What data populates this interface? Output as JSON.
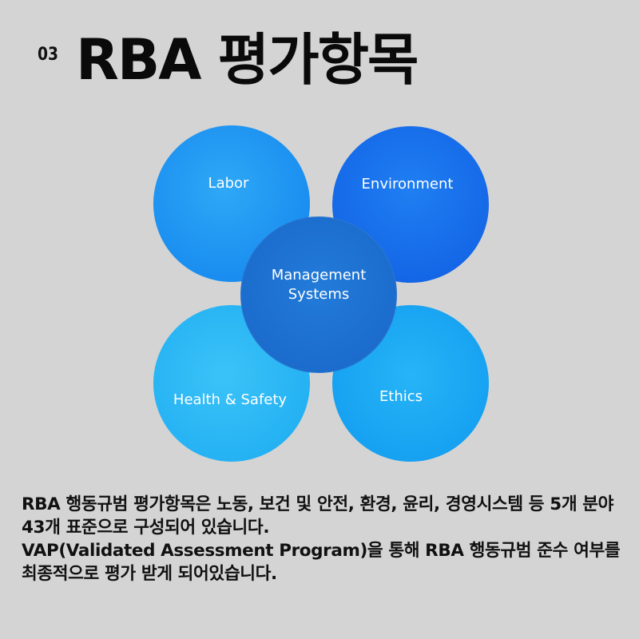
{
  "header": {
    "section_number": "03",
    "title": "RBA 평가항목"
  },
  "diagram": {
    "circles": {
      "labor": "Labor",
      "environment": "Environment",
      "health_safety": "Health & Safety",
      "ethics": "Ethics",
      "management_systems": "Management\nSystems"
    },
    "colors": {
      "labor": "#1a8ef0",
      "environment": "#1466e6",
      "health_safety": "#25b2f3",
      "ethics": "#16a2f1",
      "management_systems": "#1b6ccd"
    }
  },
  "description": {
    "paragraph_1": "RBA 행동규범 평가항목은 노동, 보건 및 안전, 환경, 윤리, 경영시스템 등 5개 분야 43개 표준으로 구성되어 있습니다.",
    "paragraph_2": "VAP(Validated Assessment Program)을 통해 RBA 행동규범 준수 여부를 최종적으로 평가 받게 되어있습니다."
  },
  "colors": {
    "background": "#d4d4d4",
    "text": "#111111"
  }
}
